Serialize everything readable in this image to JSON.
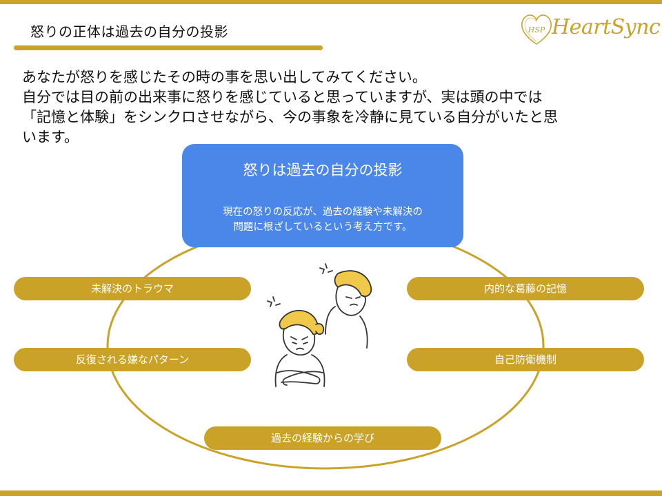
{
  "slide": {
    "title": "怒りの正体は過去の自分の投影"
  },
  "logo": {
    "mark": "HSP",
    "text": "HeartSync"
  },
  "intro": {
    "lines": [
      "あなたが怒りを感じたその時の事を思い出してみてください。",
      "自分では目の前の出来事に怒りを感じていると思っていますが、実は頭の中では",
      "「記憶と体験」をシンクロさせながら、今の事象を冷静に見ている自分がいたと思",
      "います。"
    ]
  },
  "center": {
    "title": "怒りは過去の自分の投影",
    "description_lines": [
      "現在の怒りの反応が、過去の経験や未解決の",
      "問題に根ざしているという考え方です。"
    ]
  },
  "factors": {
    "left_top": "未解決のトラウマ",
    "left_bottom": "反復される嫌なパターン",
    "right_top": "内的な葛藤の記憶",
    "right_bottom": "自己防衛機制",
    "bottom": "過去の経験からの学び"
  },
  "colors": {
    "accent_gold": "#c9a227",
    "center_blue": "#4a87e8",
    "text": "#111111",
    "background": "#ffffff"
  },
  "icons": {
    "illustration": "angry-people-illustration",
    "logo": "heart-logo-icon"
  }
}
